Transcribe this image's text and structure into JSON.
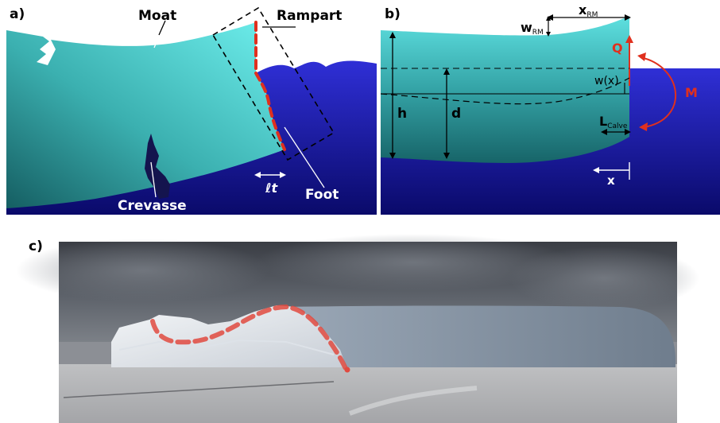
{
  "panels": {
    "a": {
      "label": "a)",
      "moat": "Moat",
      "rampart": "Rampart",
      "crevasse": "Crevasse",
      "foot": "Foot",
      "lt": "ℓt"
    },
    "b": {
      "label": "b)",
      "w_rm": "w",
      "w_rm_sub": "RM",
      "x_rm": "x",
      "x_rm_sub": "RM",
      "q": "Q",
      "m": "M",
      "wx": "w(x)",
      "h": "h",
      "d": "d",
      "l_calve": "L",
      "l_calve_sub": "Calve",
      "x": "x"
    },
    "c": {
      "label": "c)"
    }
  },
  "colors": {
    "ice_light": "#5fe3e3",
    "ice_dark": "#1e6e6e",
    "water_light": "#2b2bd0",
    "water_dark": "#0b0b70",
    "red": "#e0301e",
    "black": "#000000"
  }
}
